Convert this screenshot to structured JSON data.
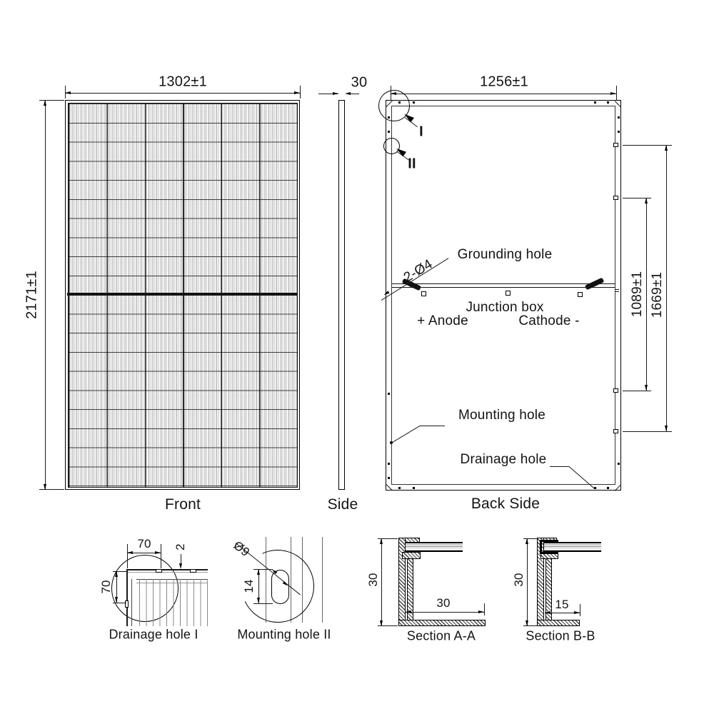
{
  "drawing": {
    "front": {
      "label": "Front",
      "width_dim": "1302±1",
      "height_dim": "2171±1"
    },
    "side": {
      "label": "Side",
      "thickness_dim": "30"
    },
    "back": {
      "label": "Back Side",
      "width_dim": "1256±1",
      "mount_inner_dim": "1089±1",
      "mount_outer_dim": "1669±1",
      "grounding_label": "Grounding hole",
      "holes_spec": "2-Ø4",
      "junction_label": "Junction box",
      "anode_label": "+ Anode",
      "cathode_label": "Cathode -",
      "mounting_label": "Mounting hole",
      "drainage_label": "Drainage hole",
      "detail1": "I",
      "detail2": "II"
    },
    "details": {
      "drainage": {
        "label": "Drainage hole I",
        "top_dim": "70",
        "side_dim": "70",
        "gap_dim": "2"
      },
      "mounting": {
        "label": "Mounting hole II",
        "dia_dim": "Ø9",
        "length_dim": "14"
      },
      "sectionA": {
        "label": "Section A-A",
        "height_dim": "30",
        "flange_dim": "30"
      },
      "sectionB": {
        "label": "Section B-B",
        "height_dim": "30",
        "flange_dim": "15"
      }
    }
  }
}
